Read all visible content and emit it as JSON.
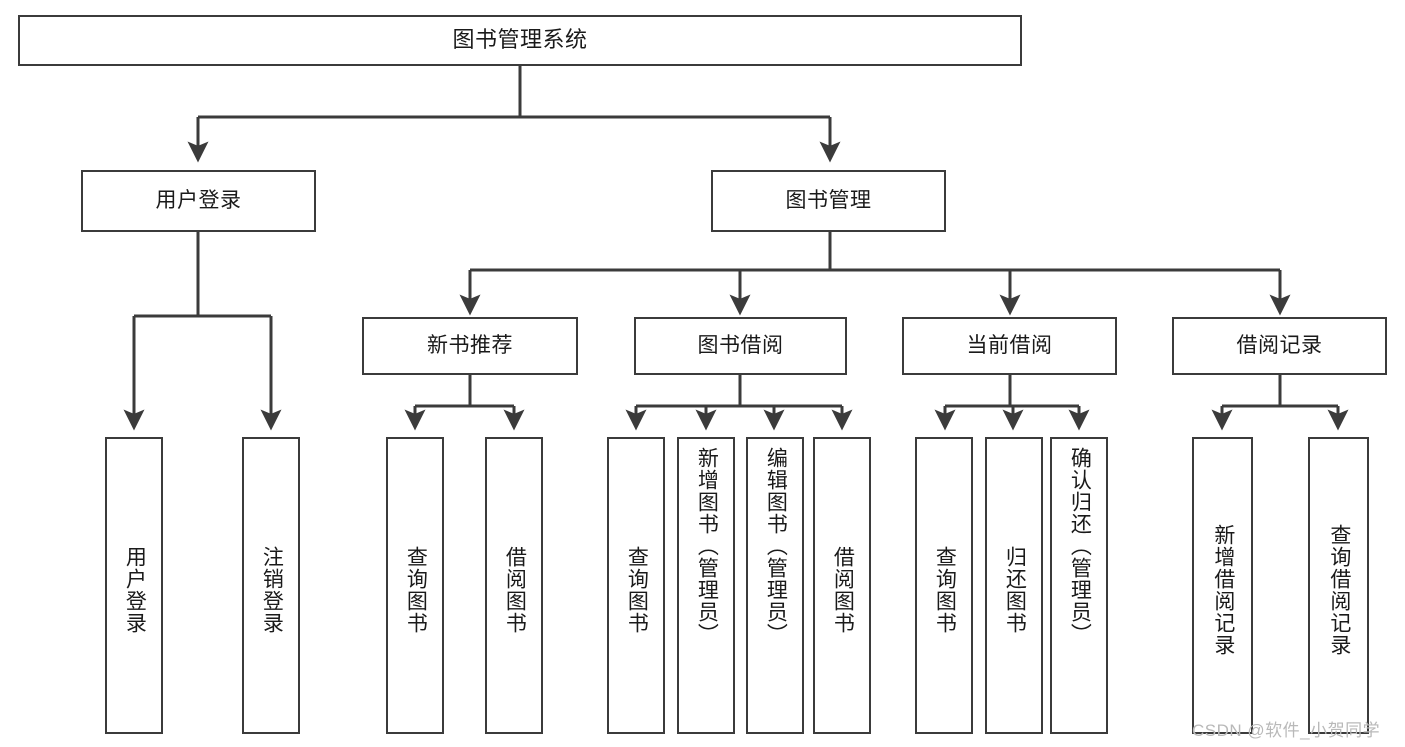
{
  "diagram": {
    "type": "tree-flowchart",
    "title": "图书管理系统",
    "watermark": "CSDN @软件_小贺同学",
    "colors": {
      "box_border": "#3b3b3b",
      "box_fill": "#ffffff",
      "line": "#3b3b3b",
      "text": "#1a1a1a",
      "watermark": "#b9b9b9",
      "background": "#ffffff"
    },
    "levels": {
      "root": {
        "label": "图书管理系统"
      },
      "level2": [
        {
          "label": "用户登录"
        },
        {
          "label": "图书管理"
        }
      ],
      "level3": [
        {
          "label": "新书推荐"
        },
        {
          "label": "图书借阅"
        },
        {
          "label": "当前借阅"
        },
        {
          "label": "借阅记录"
        }
      ],
      "leaves": {
        "user_login": [
          {
            "label": "用户登录"
          },
          {
            "label": "注销登录"
          }
        ],
        "new_book_recommend": [
          {
            "label": "查询图书"
          },
          {
            "label": "借阅图书"
          }
        ],
        "book_borrow": [
          {
            "label": "查询图书"
          },
          {
            "label": "新增图书（管理员）"
          },
          {
            "label": "编辑图书（管理员）"
          },
          {
            "label": "借阅图书"
          }
        ],
        "current_borrow": [
          {
            "label": "查询图书"
          },
          {
            "label": "归还图书"
          },
          {
            "label": "确认归还（管理员）"
          }
        ],
        "borrow_record": [
          {
            "label": "新增借阅记录"
          },
          {
            "label": "查询借阅记录"
          }
        ]
      }
    }
  }
}
